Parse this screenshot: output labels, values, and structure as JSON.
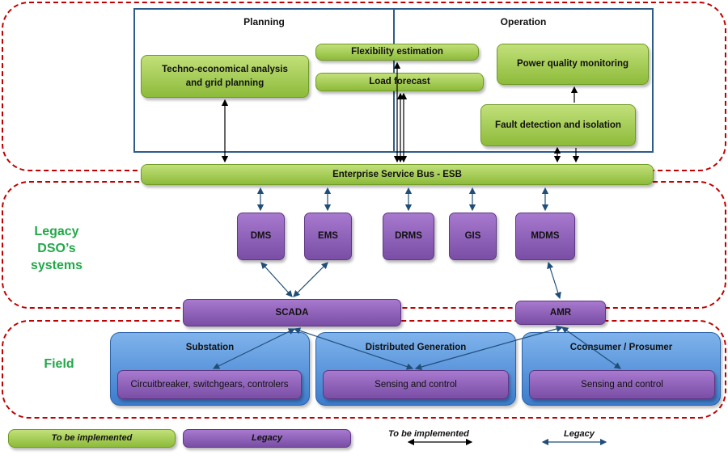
{
  "planning": {
    "title": "Planning"
  },
  "operation": {
    "title": "Operation"
  },
  "boxes": {
    "techno": "Techno-economical analysis and grid planning",
    "flex": "Flexibility estimation",
    "load": "Load forecast",
    "pqm": "Power quality monitoring",
    "fault": "Fault detection and isolation",
    "esb": "Enterprise Service Bus - ESB"
  },
  "legacy_systems": {
    "label": "Legacy DSO’s systems",
    "items": [
      "DMS",
      "EMS",
      "DRMS",
      "GIS",
      "MDMS"
    ],
    "scada": "SCADA",
    "amr": "AMR"
  },
  "field": {
    "label": "Field",
    "groups": [
      {
        "title": "Substation",
        "content": "Circuitbreaker, switchgears, controlers"
      },
      {
        "title": "Distributed Generation",
        "content": "Sensing and control"
      },
      {
        "title": "Cconsumer / Prosumer",
        "content": "Sensing and control"
      }
    ]
  },
  "legend": {
    "green_box": "To be implemented",
    "purple_box": "Legacy",
    "black_arrow": "To be implemented",
    "blue_arrow": "Legacy"
  },
  "colors": {
    "zone_border": "#c00000",
    "green": "#9bc94a",
    "purple": "#8a5cb8",
    "blue": "#5b9bd5",
    "label_green": "#22a84a",
    "arrow_black": "#000000",
    "arrow_blue": "#1f4e79"
  }
}
